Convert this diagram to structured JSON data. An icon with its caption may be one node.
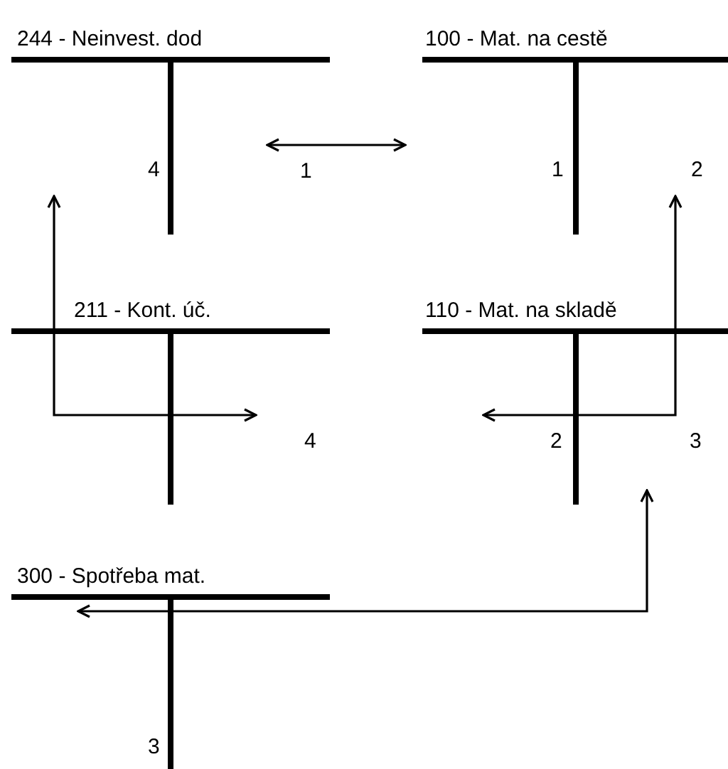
{
  "diagram": {
    "nodes": [
      {
        "text": [
          "244 - Neinvest. dod",
          "4"
        ]
      },
      {
        "text": [
          "100 - Mat. na cestě",
          "1",
          "2"
        ]
      },
      {
        "text": [
          "211 - Kont. úč.",
          "4"
        ]
      },
      {
        "text": [
          "110 - Mat. na skladě",
          "2",
          "3"
        ]
      },
      {
        "text": [
          "300 - Spotřeba mat.",
          "3"
        ]
      }
    ],
    "edges": [
      {
        "from": 0,
        "to": 1,
        "arrow": "both",
        "label": "1"
      },
      {
        "from": 0,
        "to": 2,
        "arrow": "both"
      },
      {
        "from": 3,
        "to": 1,
        "arrow": "both"
      },
      {
        "from": 3,
        "to": 4,
        "arrow": "both"
      }
    ]
  }
}
